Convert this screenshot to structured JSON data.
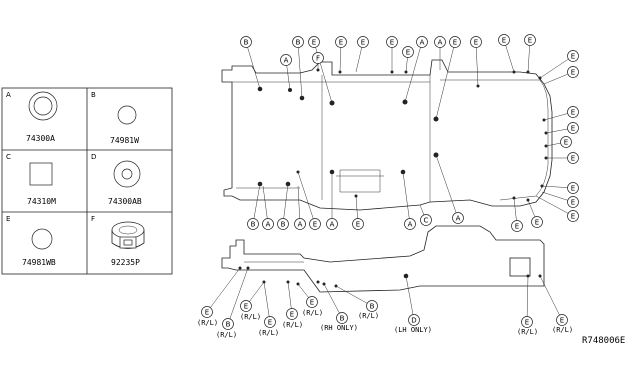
{
  "legend": [
    {
      "key": "A",
      "part": "74300A"
    },
    {
      "key": "B",
      "part": "74981W"
    },
    {
      "key": "C",
      "part": "74310M"
    },
    {
      "key": "D",
      "part": "74300AB"
    },
    {
      "key": "E",
      "part": "74981WB"
    },
    {
      "key": "F",
      "part": "92235P"
    }
  ],
  "callouts_top": [
    {
      "letter": "B"
    },
    {
      "letter": "A"
    },
    {
      "letter": "B"
    },
    {
      "letter": "E"
    },
    {
      "letter": "F"
    },
    {
      "letter": "E"
    },
    {
      "letter": "E"
    },
    {
      "letter": "E"
    },
    {
      "letter": "E"
    },
    {
      "letter": "A"
    },
    {
      "letter": "E"
    },
    {
      "letter": "E"
    },
    {
      "letter": "A"
    },
    {
      "letter": "E"
    },
    {
      "letter": "E"
    },
    {
      "letter": "E"
    },
    {
      "letter": "E"
    },
    {
      "letter": "E"
    },
    {
      "letter": "E"
    },
    {
      "letter": "E"
    },
    {
      "letter": "E"
    },
    {
      "letter": "E"
    },
    {
      "letter": "E"
    },
    {
      "letter": "E"
    }
  ],
  "callouts_mid": [
    {
      "letter": "B"
    },
    {
      "letter": "A"
    },
    {
      "letter": "B"
    },
    {
      "letter": "A"
    },
    {
      "letter": "E"
    },
    {
      "letter": "A"
    },
    {
      "letter": "E"
    },
    {
      "letter": "A"
    },
    {
      "letter": "C"
    },
    {
      "letter": "A"
    },
    {
      "letter": "E"
    },
    {
      "letter": "E"
    }
  ],
  "callouts_bottom": [
    {
      "letter": "E",
      "note": "(R/L)"
    },
    {
      "letter": "B",
      "note": "(R/L)"
    },
    {
      "letter": "E",
      "note": "(R/L)"
    },
    {
      "letter": "E",
      "note": "(R/L)"
    },
    {
      "letter": "E",
      "note": "(R/L)"
    },
    {
      "letter": "E",
      "note": "(R/L)"
    },
    {
      "letter": "B",
      "note": "(RH ONLY)"
    },
    {
      "letter": "B",
      "note": "(R/L)"
    },
    {
      "letter": "D",
      "note": "(LH ONLY)"
    },
    {
      "letter": "E",
      "note": "(R/L)"
    },
    {
      "letter": "E",
      "note": "(R/L)"
    }
  ],
  "reference_code": "R748006E"
}
